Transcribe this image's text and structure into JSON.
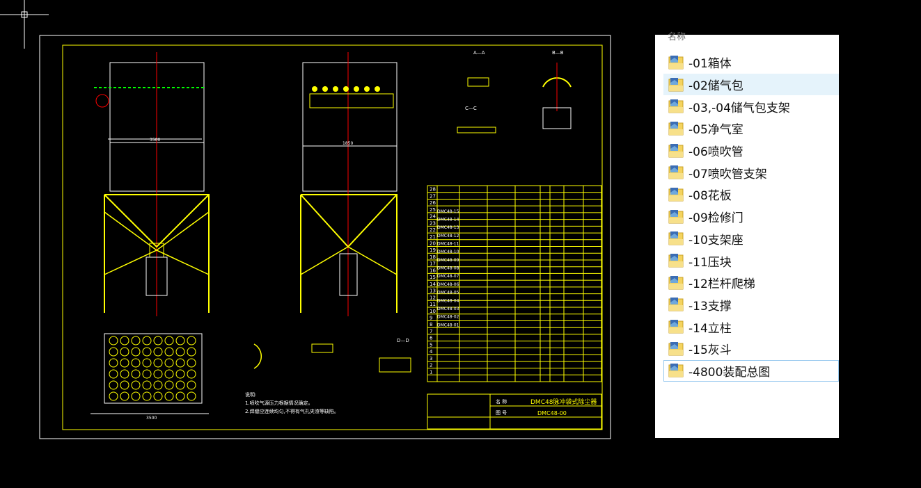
{
  "panel": {
    "header": "名称"
  },
  "files": [
    {
      "name": "-01箱体",
      "state": "normal"
    },
    {
      "name": "-02储气包",
      "state": "hover"
    },
    {
      "name": "-03,-04储气包支架",
      "state": "normal"
    },
    {
      "name": "-05净气室",
      "state": "normal"
    },
    {
      "name": "-06喷吹管",
      "state": "normal"
    },
    {
      "name": "-07喷吹管支架",
      "state": "normal"
    },
    {
      "name": "-08花板",
      "state": "normal"
    },
    {
      "name": "-09检修门",
      "state": "normal"
    },
    {
      "name": "-10支架座",
      "state": "normal"
    },
    {
      "name": "-11压块",
      "state": "normal"
    },
    {
      "name": "-12栏杆爬梯",
      "state": "normal"
    },
    {
      "name": "-13支撑",
      "state": "normal"
    },
    {
      "name": "-14立柱",
      "state": "normal"
    },
    {
      "name": "-15灰斗",
      "state": "normal"
    },
    {
      "name": "-4800装配总图",
      "state": "selected"
    }
  ],
  "drawing": {
    "title": "DMC48脉冲袋式除尘器",
    "drawing_no": "DMC48-00",
    "label_name": "名 称",
    "label_no": "图 号",
    "dim_width": "3500",
    "dim_width2": "1850",
    "dim_bottom": "3500",
    "section_aa": "A—A",
    "section_bb": "B—B",
    "section_cc": "C—C",
    "section_dd": "D—D",
    "note_title": "说明:",
    "note_1": "1.喷吹气源压力根据情况确定。",
    "note_2": "2.焊缝应连续均匀,不得有气孔夹渣等缺陷。",
    "bom_part_codes": [
      "DMC48-15",
      "DMC48-14",
      "DMC48-13",
      "DMC48-12",
      "DMC48-11",
      "DMC48-10",
      "DMC48-09",
      "DMC48-08",
      "DMC48-07",
      "DMC48-06",
      "DMC48-05",
      "DMC48-04",
      "DMC48-03",
      "DMC48-02",
      "DMC48-01"
    ],
    "bom_numbers": [
      "28",
      "27",
      "26",
      "25",
      "24",
      "23",
      "22",
      "21",
      "20",
      "19",
      "18",
      "17",
      "16",
      "15",
      "14",
      "13",
      "12",
      "11",
      "10",
      "9",
      "8",
      "7",
      "6",
      "5",
      "4",
      "3",
      "2",
      "1"
    ]
  },
  "colors": {
    "cad_bg": "#000000",
    "yellow": "#ffff00",
    "red": "#ff0000",
    "white": "#ffffff",
    "selection": "#e5f3fb"
  }
}
